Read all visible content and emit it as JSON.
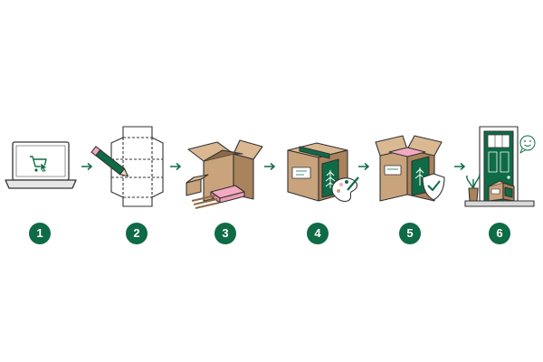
{
  "colors": {
    "accent": "#0e6b45",
    "outline": "#333333",
    "cardboard": "#c8a37c",
    "cardboard_dark": "#a9835c",
    "pink": "#f4a9c0",
    "porch": "#d9d9d9"
  },
  "steps": [
    {
      "number": "1",
      "icon": "laptop-cart-icon"
    },
    {
      "number": "2",
      "icon": "box-template-pencil-icon"
    },
    {
      "number": "3",
      "icon": "box-assembly-icon"
    },
    {
      "number": "4",
      "icon": "printed-box-palette-icon"
    },
    {
      "number": "5",
      "icon": "approved-box-shield-icon"
    },
    {
      "number": "6",
      "icon": "delivered-door-icon"
    }
  ]
}
